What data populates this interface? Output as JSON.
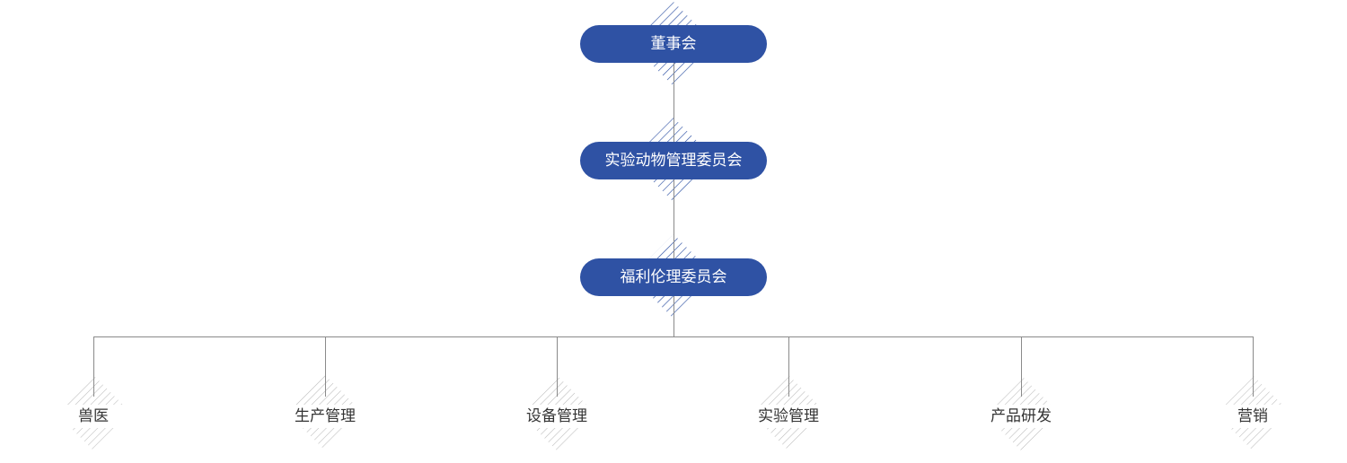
{
  "colors": {
    "pill_fill": "#2f52a4",
    "pill_text": "#ffffff",
    "hatch_blue": "#2f52a4",
    "hatch_grey": "#bcbcbc",
    "connector": "#8a8a8a",
    "label_text": "#333333"
  },
  "org": {
    "board": "董事会",
    "animal_committee": "实验动物管理委员会",
    "ethics_committee": "福利伦理委员会",
    "departments": [
      {
        "label": "兽医"
      },
      {
        "label": "生产管理"
      },
      {
        "label": "设备管理"
      },
      {
        "label": "实验管理"
      },
      {
        "label": "产品研发"
      },
      {
        "label": "营销"
      }
    ]
  }
}
